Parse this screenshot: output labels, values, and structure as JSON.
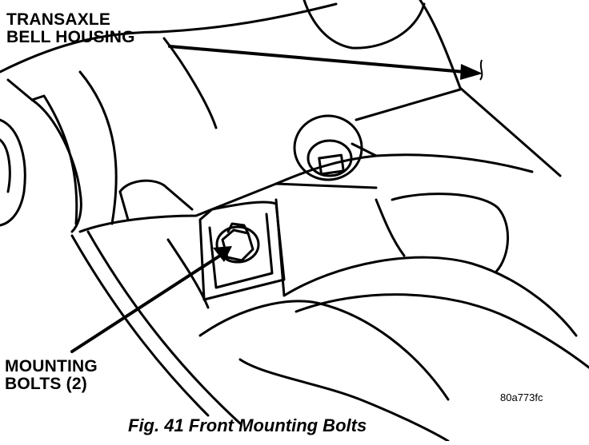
{
  "labels": {
    "bell_housing": [
      "TRANSAXLE",
      "BELL HOUSING"
    ],
    "mounting_bolts": [
      "MOUNTING",
      "BOLTS (2)"
    ]
  },
  "reference_code": "80a773fc",
  "caption": "Fig. 41 Front Mounting Bolts"
}
